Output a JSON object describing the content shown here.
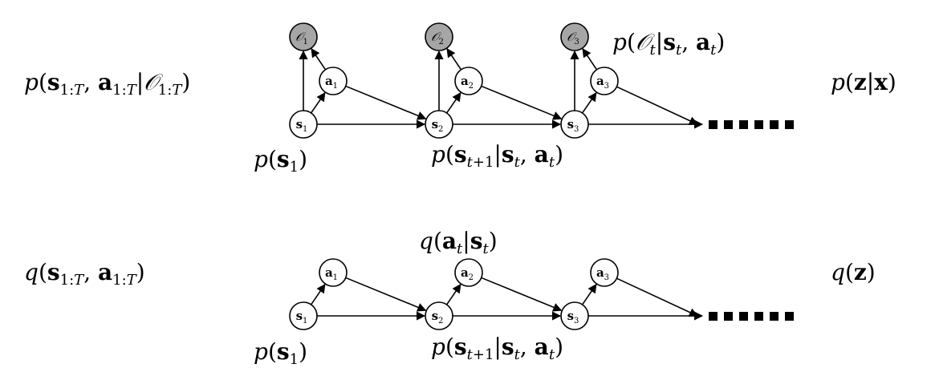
{
  "colors": {
    "observed_node_fill": "#a6a6a6",
    "latent_node_fill": "#ffffff",
    "stroke": "#000000"
  },
  "top": {
    "left_label": "p(s1:T, a1:T | O1:T)",
    "right_label": "p(z|x)",
    "initial_label": "p(s1)",
    "transition_label": "p(st+1|st, at)",
    "optimality_label": "p(Ot|st, at)",
    "nodes": {
      "states": [
        "s1",
        "s2",
        "s3"
      ],
      "actions": [
        "a1",
        "a2",
        "a3"
      ],
      "optimality": [
        "O1",
        "O2",
        "O3"
      ]
    }
  },
  "bottom": {
    "left_label": "q(s1:T, a1:T)",
    "right_label": "q(z)",
    "initial_label": "p(s1)",
    "policy_label": "q(at|st)",
    "transition_label": "p(st+1|st, at)",
    "nodes": {
      "states": [
        "s1",
        "s2",
        "s3"
      ],
      "actions": [
        "a1",
        "a2",
        "a3"
      ]
    }
  }
}
